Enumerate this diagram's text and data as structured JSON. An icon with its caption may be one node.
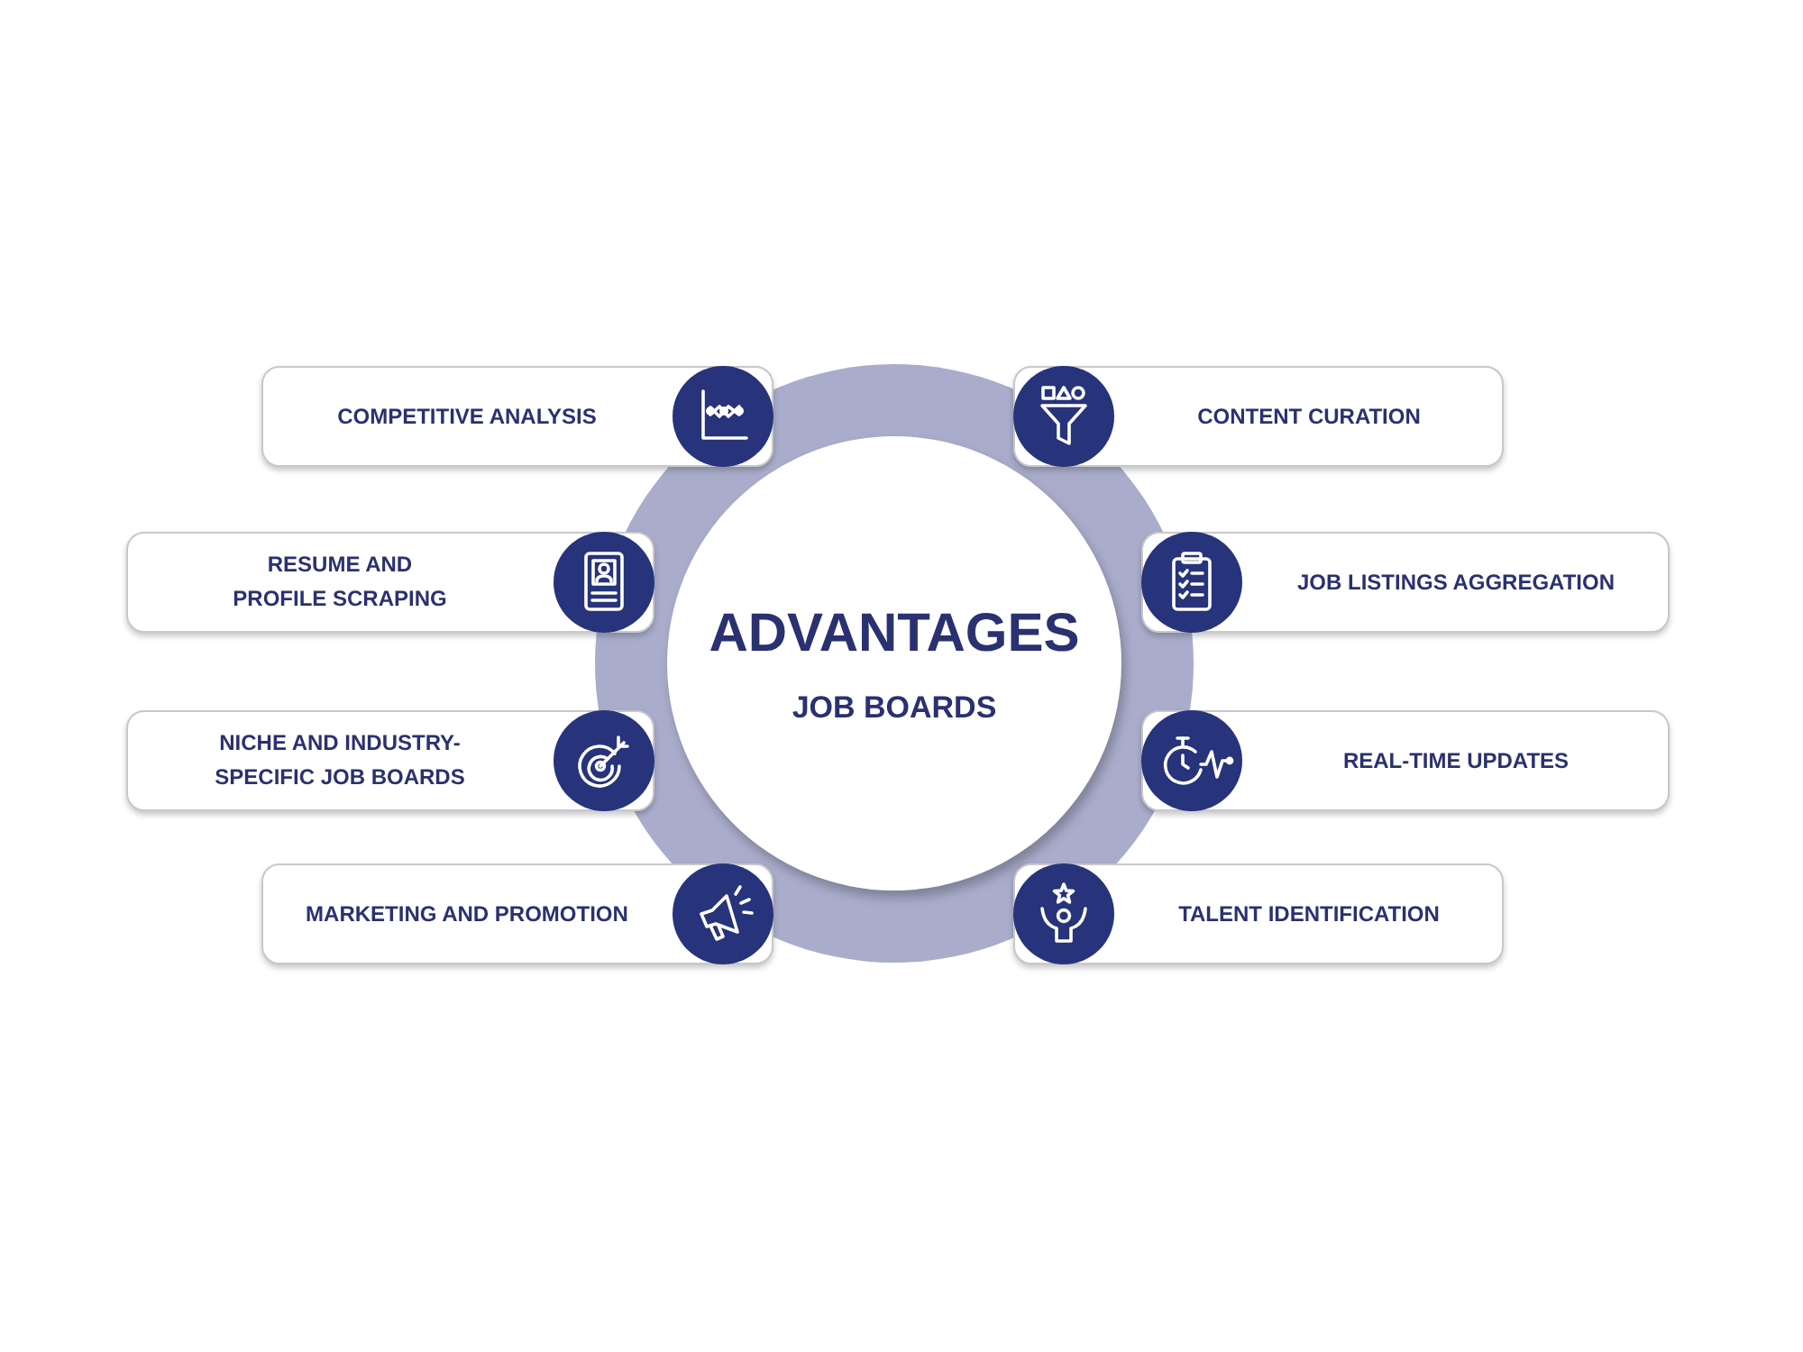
{
  "diagram": {
    "nodes": [
      {
        "text": [
          "ADVANTAGES",
          "JOB BOARDS"
        ]
      },
      {
        "text": [
          "COMPETITIVE ANALYSIS"
        ]
      },
      {
        "text": [
          "CONTENT CURATION"
        ]
      },
      {
        "text": [
          "RESUME AND PROFILE SCRAPING"
        ]
      },
      {
        "text": [
          "JOB LISTINGS AGGREGATION"
        ]
      },
      {
        "text": [
          "NICHE AND INDUSTRY-SPECIFIC JOB BOARDS"
        ]
      },
      {
        "text": [
          "REAL-TIME UPDATES"
        ]
      },
      {
        "text": [
          "MARKETING AND PROMOTION"
        ]
      },
      {
        "text": [
          "TALENT IDENTIFICATION"
        ]
      }
    ]
  }
}
